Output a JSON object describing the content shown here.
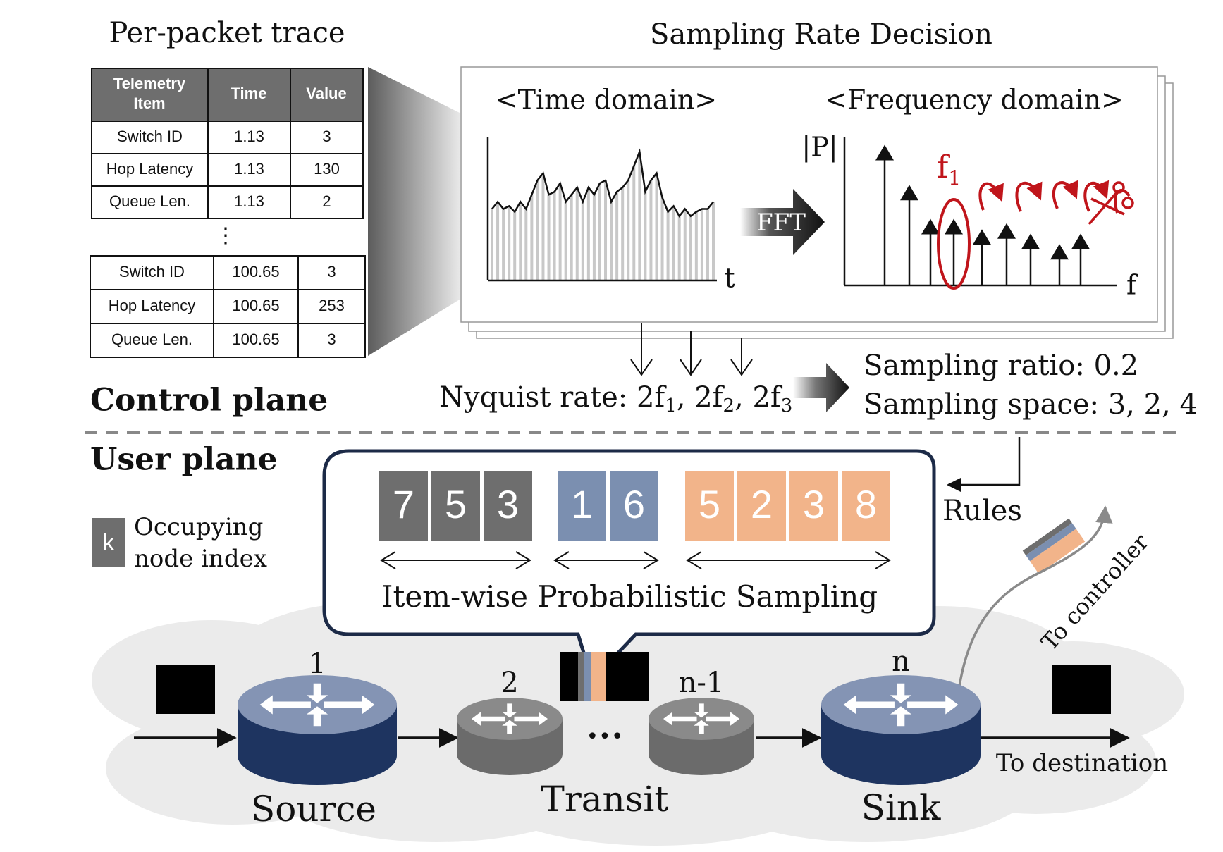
{
  "colors": {
    "dark_gray": "#6e6e6e",
    "blue_gray": "#7b8fb0",
    "peach": "#f2b48a",
    "red": "#c0151b",
    "navy": "#1e3460",
    "router_top_blue": "#8494b4",
    "router_gray": "#6b6b6b",
    "cloud": "#ebebeb"
  },
  "control": {
    "trace_title": "Per-packet trace",
    "table_top": {
      "headers": [
        "Telemetry\nItem",
        "Time",
        "Value"
      ],
      "rows": [
        [
          "Switch ID",
          "1.13",
          "3"
        ],
        [
          "Hop Latency",
          "1.13",
          "130"
        ],
        [
          "Queue Len.",
          "1.13",
          "2"
        ]
      ]
    },
    "ellipsis": "⋮",
    "table_bottom": {
      "rows": [
        [
          "Switch ID",
          "100.65",
          "3"
        ],
        [
          "Hop Latency",
          "100.65",
          "253"
        ],
        [
          "Queue Len.",
          "100.65",
          "3"
        ]
      ]
    },
    "decision_title": "Sampling Rate Decision",
    "time_domain_label": "<Time domain>",
    "freq_domain_label": "<Frequency domain>",
    "time_axis_label": "t",
    "freq_axis_label": "f",
    "magnitude_label": "|P|",
    "fft_label": "FFT",
    "f1_label": "f",
    "f1_sub": "1",
    "nyquist_prefix": "Nyquist rate: 2f",
    "nyquist_sub1": "1",
    "nyquist_sep1": ", 2f",
    "nyquist_sub2": "2",
    "nyquist_sep2": ", 2f",
    "nyquist_sub3": "3",
    "sampling_ratio": "Sampling ratio: 0.2",
    "sampling_space": "Sampling space: 3, 2, 4",
    "plane_label": "Control plane"
  },
  "time_series": [
    0.5,
    0.55,
    0.5,
    0.52,
    0.48,
    0.55,
    0.5,
    0.6,
    0.7,
    0.75,
    0.6,
    0.62,
    0.68,
    0.55,
    0.6,
    0.65,
    0.55,
    0.65,
    0.6,
    0.68,
    0.7,
    0.55,
    0.62,
    0.65,
    0.7,
    0.8,
    0.9,
    0.62,
    0.7,
    0.75,
    0.58,
    0.48,
    0.52,
    0.45,
    0.5,
    0.45,
    0.48,
    0.5,
    0.5,
    0.55
  ],
  "freq_spectrum": [
    0.95,
    0.68,
    0.45,
    0.45,
    0.38,
    0.42,
    0.35,
    0.28,
    0.35
  ],
  "user": {
    "plane_label": "User plane",
    "legend_symbol": "k",
    "legend_line1": "Occupying",
    "legend_line2": "node index",
    "rules_label": "Rules",
    "group1": [
      "7",
      "5",
      "3"
    ],
    "group2": [
      "1",
      "6"
    ],
    "group3": [
      "5",
      "2",
      "3",
      "8"
    ],
    "sampling_label": "Item-wise Probabilistic Sampling",
    "to_controller": "To controller",
    "to_destination": "To destination",
    "node1_label": "1",
    "node2_label": "2",
    "node_n1_label": "n-1",
    "node_n_label": "n",
    "dots": "•••",
    "source_label": "Source",
    "transit_label": "Transit",
    "sink_label": "Sink"
  }
}
